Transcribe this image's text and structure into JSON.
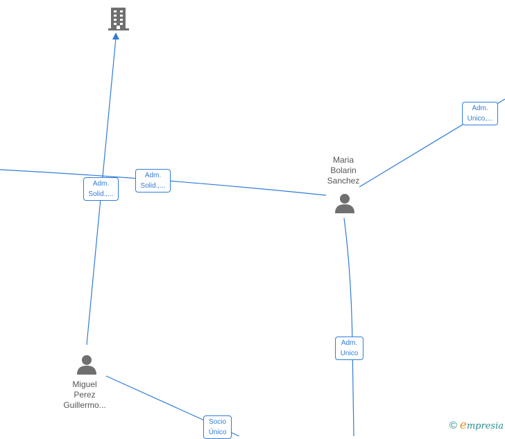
{
  "nodes": {
    "maria": {
      "name_lines": [
        "Maria",
        "Bolarin",
        "Sanchez"
      ]
    },
    "miguel": {
      "name_lines": [
        "Miguel",
        "Perez",
        "Guillermo..."
      ]
    }
  },
  "relations": [
    {
      "id": "company-miguel",
      "lines": [
        "Adm.",
        "Solid.,..."
      ]
    },
    {
      "id": "left-maria",
      "lines": [
        "Adm.",
        "Solid.,..."
      ]
    },
    {
      "id": "maria-topright",
      "lines": [
        "Adm.",
        "Unico,..."
      ]
    },
    {
      "id": "maria-bottom",
      "lines": [
        "Adm.",
        "Unico"
      ]
    },
    {
      "id": "miguel-bottom",
      "lines": [
        "Socio",
        "Único"
      ]
    }
  ],
  "footer": {
    "copyright": "©",
    "brand_initial": "e",
    "brand_rest": "mpresia"
  },
  "colors": {
    "edge": "#2f7bd6",
    "icon": "#6f6f6f",
    "text": "#555555",
    "brand": "#2a8a8a",
    "brand_accent": "#e8901c"
  }
}
